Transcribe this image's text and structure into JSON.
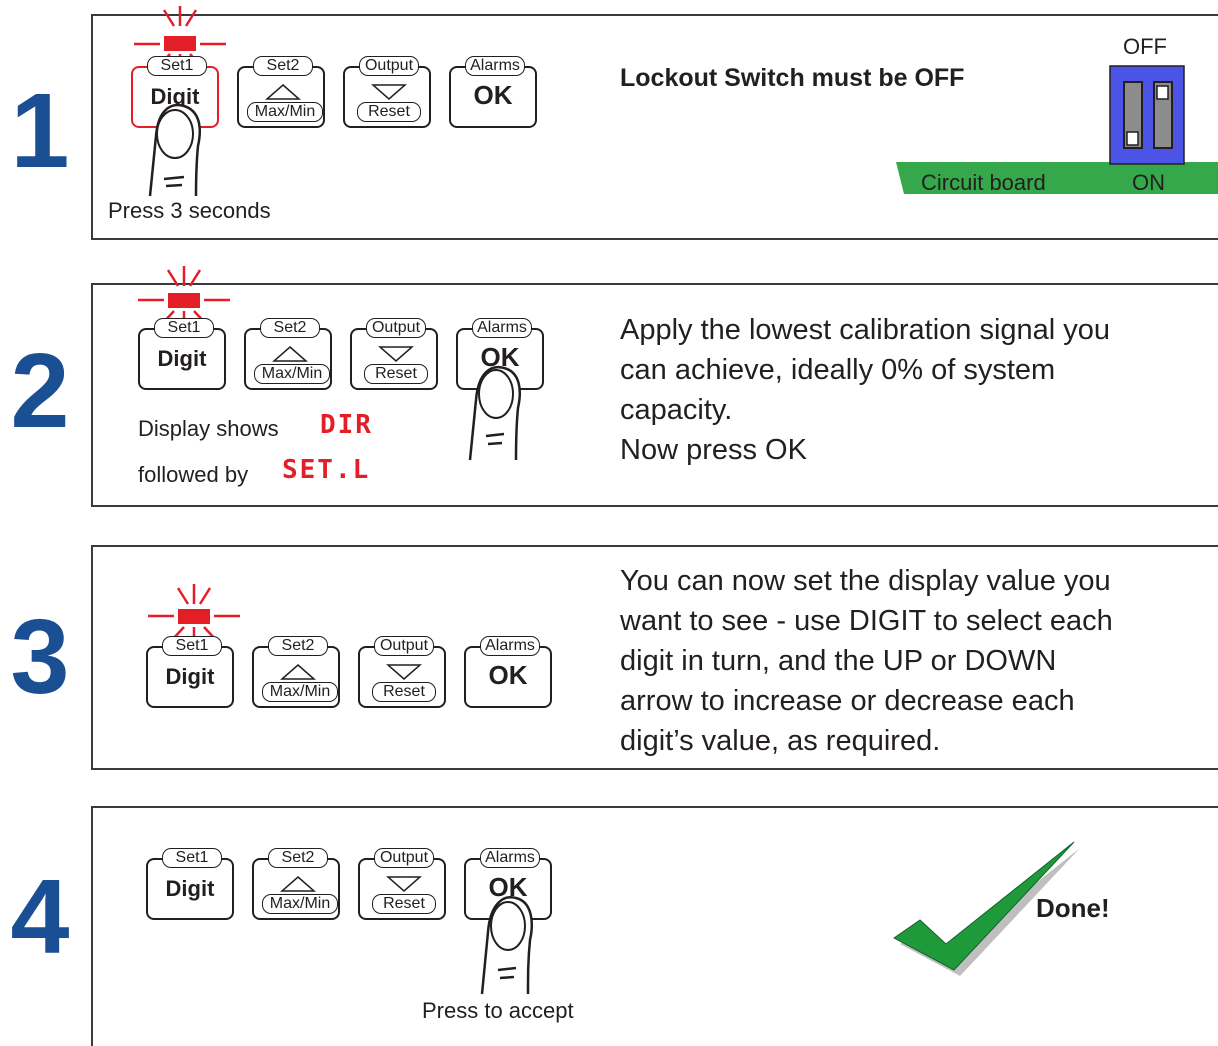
{
  "steps": [
    {
      "number": "1",
      "press_note": "Press 3 seconds",
      "heading": "Lockout Switch must be OFF",
      "switch": {
        "off_label": "OFF",
        "on_label": "ON",
        "board_label": "Circuit board"
      }
    },
    {
      "number": "2",
      "display_prefix": "Display shows",
      "display_code_1": "DIR",
      "followed_by": "followed by",
      "display_code_2": "SET.L",
      "instruction_lines": [
        "Apply the lowest calibration signal you",
        "can achieve, ideally 0% of system",
        "capacity.",
        "Now press OK"
      ]
    },
    {
      "number": "3",
      "instruction_lines": [
        "You can now set the display value you",
        "want to see - use DIGIT to select each",
        "digit in turn, and the UP or DOWN",
        "arrow to increase or decrease each",
        "digit’s value, as required."
      ]
    },
    {
      "number": "4",
      "press_note": "Press to accept",
      "done_label": "Done!"
    }
  ],
  "keypad": {
    "set1_label": "Set1",
    "digit_label": "Digit",
    "set2_label": "Set2",
    "maxmin_label": "Max/Min",
    "output_label": "Output",
    "reset_label": "Reset",
    "alarms_label": "Alarms",
    "ok_label": "OK"
  },
  "colors": {
    "step_number": "#1b4f93",
    "led_red": "#e41e26",
    "switch_blue": "#4c54e6",
    "board_green": "#34a84a",
    "check_green": "#1f9a3b"
  }
}
